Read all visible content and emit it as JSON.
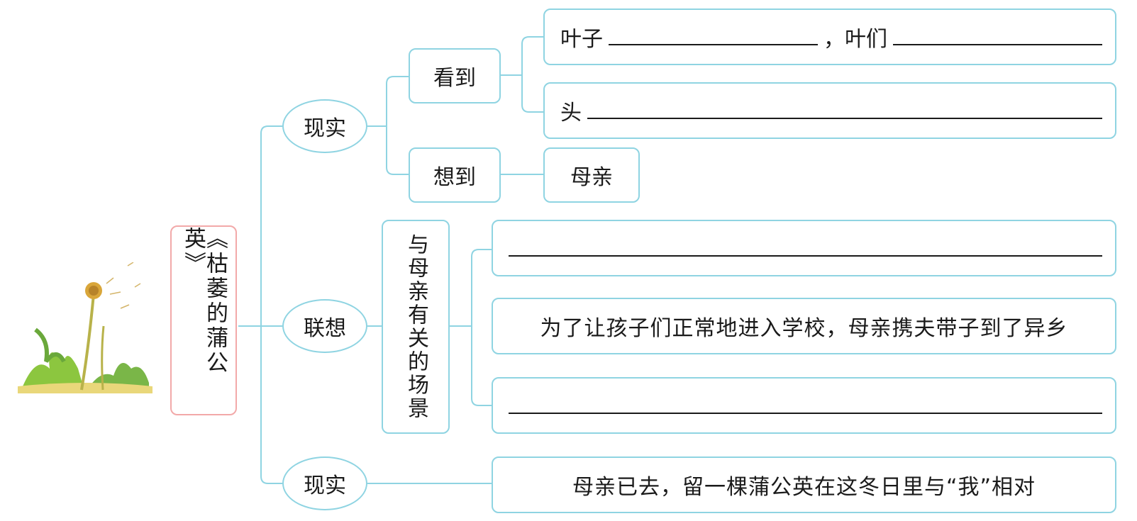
{
  "title": "《枯萎的蒲公英》",
  "illustration": "dandelion-illustration",
  "nodes": {
    "reality_1": "现实",
    "association": "联想",
    "reality_2": "现实",
    "saw": "看到",
    "thought_of": "想到",
    "scenes_label": "与母亲有关的场景"
  },
  "rows": {
    "leaves_prefix": "叶子",
    "leaves_mid": "，叶们",
    "head_prefix": "头",
    "mother": "母亲",
    "scene_2": "为了让孩子们正常地进入学校，母亲携夫带子到了异乡",
    "reality_text": "母亲已去，留一棵蒲公英在这冬日里与“我”相对"
  },
  "colors": {
    "connector": "#8fd4e2",
    "title_border": "#f2a9a9"
  }
}
